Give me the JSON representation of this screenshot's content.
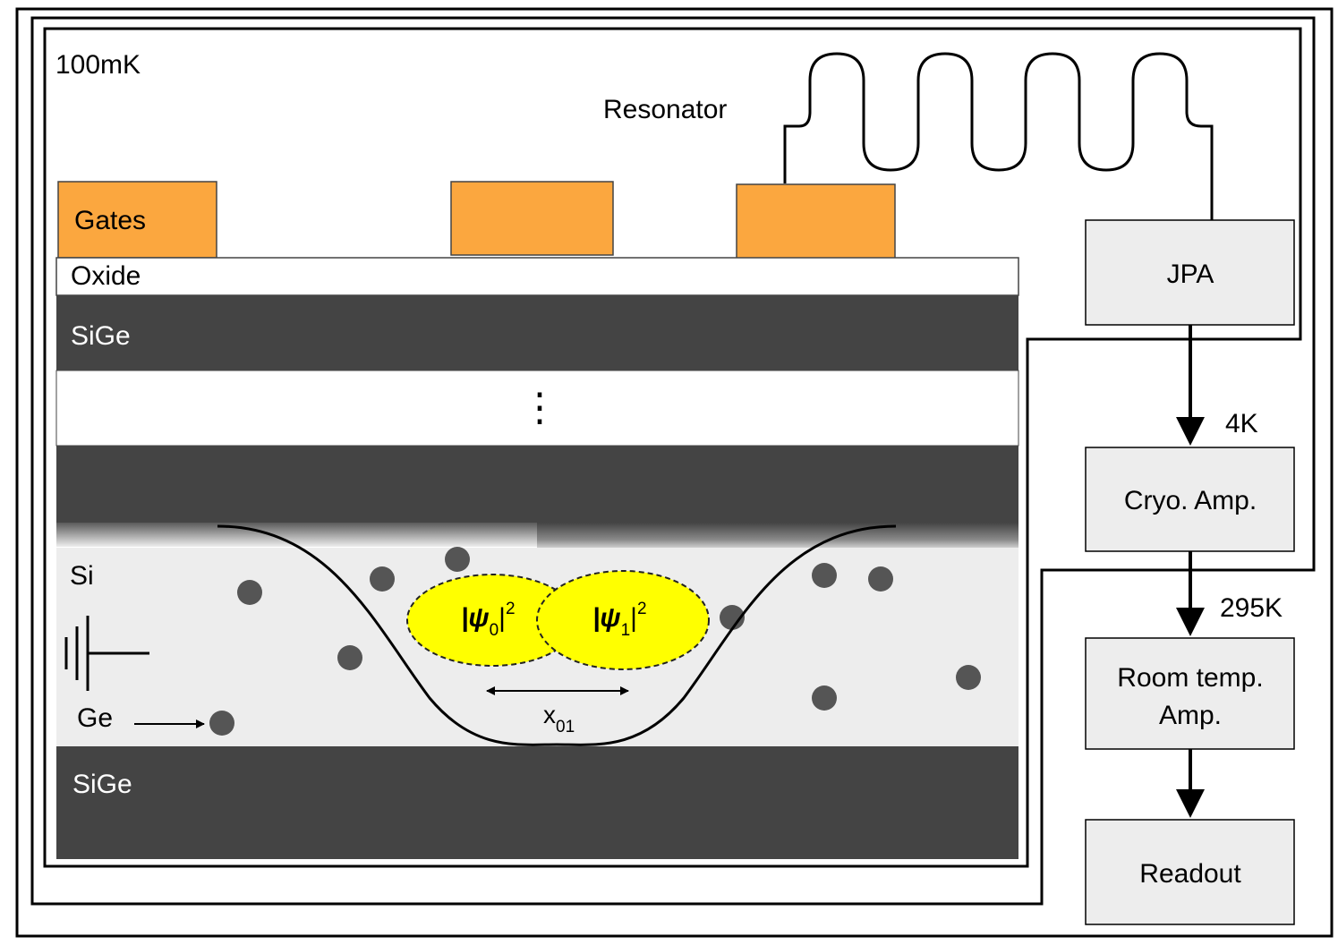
{
  "temperature_labels": {
    "stage_100mk": "100mK",
    "stage_4k": "4K",
    "stage_295k": "295K"
  },
  "resonator": {
    "label": "Resonator"
  },
  "gates": {
    "label": "Gates"
  },
  "layers": {
    "oxide": "Oxide",
    "sige_top": "SiGe",
    "ellipsis": "⋮",
    "si": "Si",
    "ge": "Ge",
    "sige_bottom": "SiGe"
  },
  "wavefunctions": {
    "psi0": {
      "base": "|ψ",
      "sub": "0",
      "close": "|",
      "sup": "2"
    },
    "psi1": {
      "base": "|ψ",
      "sub": "1",
      "close": "|",
      "sup": "2"
    },
    "separation": {
      "base": "x",
      "sub": "01"
    }
  },
  "chain": {
    "jpa": "JPA",
    "cryo_amp": "Cryo. Amp.",
    "room_amp_line1": "Room temp.",
    "room_amp_line2": "Amp.",
    "readout": "Readout"
  },
  "colors": {
    "gate": "#FBA73F",
    "sige": "#444444",
    "si_well": "#EDEDED",
    "defect": "#555555",
    "wavefunction": "#FFFF00",
    "chain_box": "#EDEDED"
  }
}
